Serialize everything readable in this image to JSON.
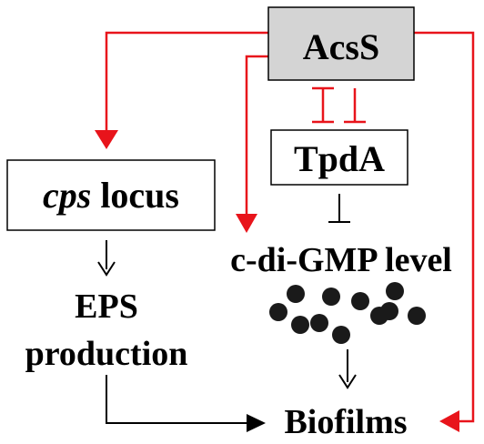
{
  "nodes": {
    "acss": {
      "label": "AcsS",
      "fill": "#d4d4d4"
    },
    "tpda": {
      "label": "TpdA"
    },
    "cps": {
      "label_italic": "cps",
      "label_rest": " locus"
    },
    "cdigmp": {
      "label": "c-di-GMP level"
    },
    "eps": {
      "line1": "EPS",
      "line2": "production"
    },
    "biofilms": {
      "label": "Biofilms"
    }
  },
  "edges": [
    {
      "from": "AcsS",
      "to": "cps locus",
      "type": "activation",
      "color": "#e8141b"
    },
    {
      "from": "AcsS",
      "to": "c-di-GMP level",
      "type": "activation",
      "color": "#e8141b"
    },
    {
      "from": "AcsS",
      "to": "Biofilms",
      "type": "activation",
      "color": "#e8141b"
    },
    {
      "from": "AcsS",
      "to": "TpdA",
      "type": "inhibition",
      "color": "#e8141b"
    },
    {
      "from": "TpdA",
      "to": "AcsS",
      "type": "inhibition",
      "color": "#e8141b"
    },
    {
      "from": "TpdA",
      "to": "c-di-GMP level",
      "type": "inhibition",
      "color": "#000000"
    },
    {
      "from": "cps locus",
      "to": "EPS production",
      "type": "activation",
      "color": "#000000"
    },
    {
      "from": "EPS production",
      "to": "Biofilms",
      "type": "activation",
      "color": "#000000"
    },
    {
      "from": "c-di-GMP level",
      "to": "Biofilms",
      "type": "activation",
      "color": "#000000"
    }
  ],
  "colors": {
    "regulation": "#e8141b",
    "default": "#000000",
    "box_border": "#000000"
  }
}
